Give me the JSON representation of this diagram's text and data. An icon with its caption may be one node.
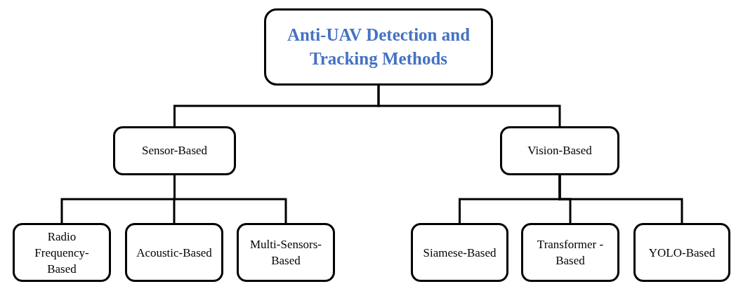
{
  "diagram": {
    "nodes": [
      {
        "text": [
          "Anti-UAV Detection and Tracking Methods"
        ]
      },
      {
        "text": [
          "Sensor-Based"
        ]
      },
      {
        "text": [
          "Vision-Based"
        ]
      },
      {
        "text": [
          "Radio Frequency-Based"
        ]
      },
      {
        "text": [
          "Acoustic-Based"
        ]
      },
      {
        "text": [
          "Multi-Sensors-Based"
        ]
      },
      {
        "text": [
          "Siamese-Based"
        ]
      },
      {
        "text": [
          "Transformer -Based"
        ]
      },
      {
        "text": [
          "YOLO-Based"
        ]
      }
    ],
    "edges": [
      {
        "from": 0,
        "to": 1,
        "arrow": "none"
      },
      {
        "from": 0,
        "to": 2,
        "arrow": "none"
      },
      {
        "from": 1,
        "to": 3,
        "arrow": "none"
      },
      {
        "from": 1,
        "to": 4,
        "arrow": "none"
      },
      {
        "from": 1,
        "to": 5,
        "arrow": "none"
      },
      {
        "from": 2,
        "to": 6,
        "arrow": "none"
      },
      {
        "from": 2,
        "to": 7,
        "arrow": "none"
      },
      {
        "from": 2,
        "to": 8,
        "arrow": "none"
      }
    ]
  }
}
